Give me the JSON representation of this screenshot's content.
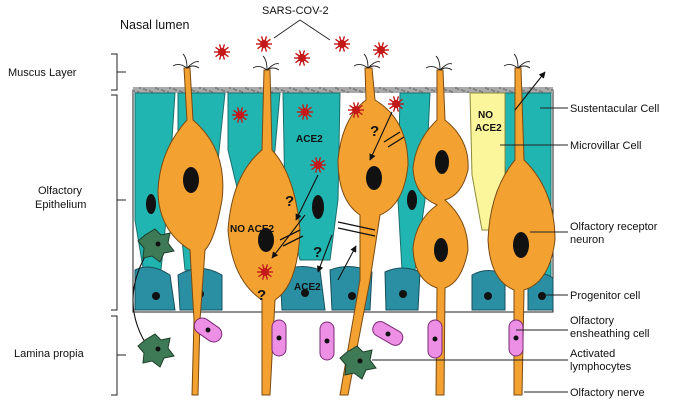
{
  "title": {
    "nasal_lumen": "Nasal lumen",
    "virus": "SARS-COV-2"
  },
  "left_labels": {
    "mucus": "Muscus Layer",
    "epithelium_line1": "Olfactory",
    "epithelium_line2": "Epithelium",
    "lamina": "Lamina propia"
  },
  "right_labels": {
    "sustentacular": "Sustentacular Cell",
    "microvillar": "Microvillar Cell",
    "receptor_line1": "Olfactory receptor",
    "receptor_line2": "neuron",
    "progenitor": "Progenitor cell",
    "ensheathing_line1": "Olfactory",
    "ensheathing_line2": "ensheathing cell",
    "lymph_line1": "Activated",
    "lymph_line2": "lymphocytes",
    "nerve": "Olfactory nerve"
  },
  "cell_labels": {
    "ace2_top": "ACE2",
    "no_ace2_neuron": "NO ACE2",
    "no_ace2_micro_line1": "NO",
    "no_ace2_micro_line2": "ACE2",
    "ace2_bottom": "ACE2"
  },
  "symbols": {
    "question": "?"
  },
  "colors": {
    "sustentacular": "#21b5b1",
    "neuron": "#f3a232",
    "microvillar": "#fbf59b",
    "progenitor": "#2b8fa3",
    "ensheathing": "#ee8fe6",
    "lymphocyte": "#3e7a55",
    "virus": "#c41a1a",
    "mucus": "#888888"
  }
}
